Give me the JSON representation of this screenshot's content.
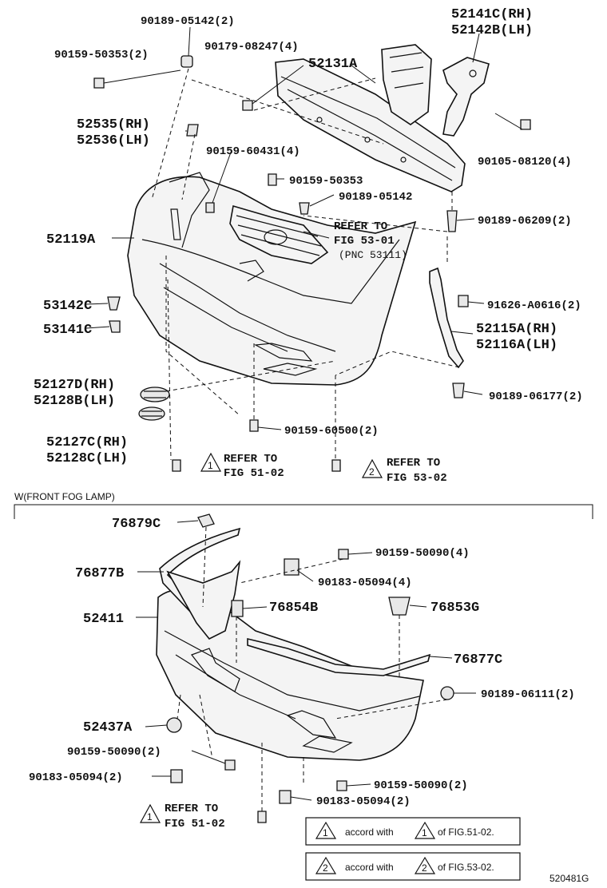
{
  "labels": {
    "p90189_05142_top": "90189-05142(2)",
    "p90159_50353_top": "90159-50353(2)",
    "p90179_08247": "90179-08247(4)",
    "p52131A": "52131A",
    "p52141C": "52141C(RH)",
    "p52142B": "52142B(LH)",
    "p52535": "52535(RH)",
    "p52536": "52536(LH)",
    "p90159_60431": "90159-60431(4)",
    "p90105_08120": "90105-08120(4)",
    "p90159_50353_mid": "90159-50353",
    "p90189_05142_mid": "90189-05142",
    "p90189_06209": "90189-06209(2)",
    "p52119A": "52119A",
    "refer_53_01_a": "REFER TO",
    "refer_53_01_b": "FIG 53-01",
    "refer_53_01_c": "(PNC 53111)",
    "p53142C": "53142C",
    "p53141C": "53141C",
    "p91626": "91626-A0616(2)",
    "p52115A": "52115A(RH)",
    "p52116A": "52116A(LH)",
    "p52127D": "52127D(RH)",
    "p52128B": "52128B(LH)",
    "p90189_06177": "90189-06177(2)",
    "p90159_60500": "90159-60500(2)",
    "p52127C": "52127C(RH)",
    "p52128C": "52128C(LH)",
    "refer_51_02_a": "REFER TO",
    "refer_51_02_b": "FIG 51-02",
    "refer_53_02_a": "REFER TO",
    "refer_53_02_b": "FIG 53-02",
    "tri_1": "1",
    "tri_2": "2",
    "section_title": "W(FRONT FOG LAMP)",
    "p76879C": "76879C",
    "p90159_50090_4": "90159-50090(4)",
    "p76877B": "76877B",
    "p90183_05094_4": "90183-05094(4)",
    "p52411": "52411",
    "p76854B": "76854B",
    "p76853G": "76853G",
    "p76877C": "76877C",
    "p90189_06111": "90189-06111(2)",
    "p52437A": "52437A",
    "p90159_50090_2a": "90159-50090(2)",
    "p90183_05094_2a": "90183-05094(2)",
    "p90159_50090_2b": "90159-50090(2)",
    "p90183_05094_2b": "90183-05094(2)",
    "refer_51_02_c": "REFER TO",
    "refer_51_02_d": "FIG 51-02"
  },
  "legend": [
    {
      "num": "1",
      "text_a": "accord with",
      "text_b": "of FIG.51-02."
    },
    {
      "num": "2",
      "text_a": "accord with",
      "text_b": "of FIG.53-02."
    }
  ],
  "footer_code": "520481G"
}
